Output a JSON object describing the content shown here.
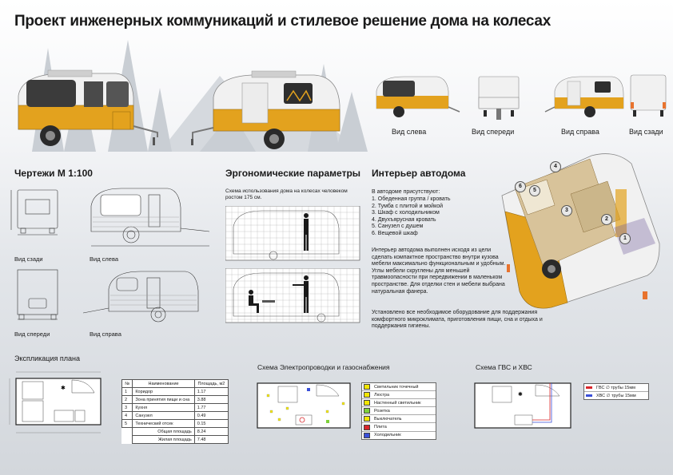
{
  "title": "Проект инженерных коммуникаций и стилевое решение дома на колесах",
  "views": [
    {
      "label": "Вид слева"
    },
    {
      "label": "Вид спереди"
    },
    {
      "label": "Вид справа"
    },
    {
      "label": "Вид сзади"
    }
  ],
  "drawings": {
    "header": "Чертежи М 1:100",
    "labels": [
      "Вид сзади",
      "Вид слева",
      "Вид спереди",
      "Вид справа"
    ]
  },
  "ergonomics": {
    "header": "Эргономические параметры",
    "caption": "Схема использования дома на колесах человеком ростом 175 см."
  },
  "interior": {
    "header": "Интерьер автодома",
    "intro": "В автодоме присутствуют:",
    "items": [
      "1. Обеденная группа / кровать",
      "2. Тумба с плитой и мойкой",
      "3. Шкаф с холодильником",
      "4. Двухъярусная кровать",
      "5. Санузел с душем",
      "6. Вещевой шкаф"
    ],
    "paragraph1": "Интерьер автодома выполнен исходя из цели сделать компактное пространство внутри кузова мебели максимально функциональным и удобным. Углы мебели скруглены для меньшей травмоопасности при передвижении в маленьком пространстве. Для отделки стен и мебели выбрана натуральная фанера.",
    "paragraph2": "Установлено все необходимое оборудование для поддержания комфортного микроклимата, приготовления пищи, сна и отдыха и поддержания гигиены.",
    "badges": [
      "1",
      "2",
      "3",
      "4",
      "5",
      "6"
    ]
  },
  "explication": {
    "header": "Экспликация плана",
    "columns": [
      "№",
      "Наименование",
      "Площадь, м2"
    ],
    "rows": [
      [
        "1",
        "Коридор",
        "1.17"
      ],
      [
        "2",
        "Зона принятия пищи и сна",
        "3.88"
      ],
      [
        "3",
        "Кухня",
        "1.77"
      ],
      [
        "4",
        "Санузел",
        "0.49"
      ],
      [
        "5",
        "Технический отсек",
        "0.15"
      ]
    ],
    "total_label": "Общая площадь",
    "total_value": "8.24",
    "living_label": "Жилая площадь",
    "living_value": "7.48"
  },
  "electro": {
    "header": "Схема Электропроводки и газоснабжения",
    "legend": [
      {
        "label": "Светильник точечный",
        "color": "#f2e600"
      },
      {
        "label": "Люстра",
        "color": "#f2e600"
      },
      {
        "label": "Настенный светильник",
        "color": "#f2e600"
      },
      {
        "label": "Розетка",
        "color": "#7fd13b"
      },
      {
        "label": "Выключатель",
        "color": "#f2e600"
      },
      {
        "label": "Плита",
        "color": "#d9262b"
      },
      {
        "label": "Холодильник",
        "color": "#3a4fd8"
      }
    ]
  },
  "water": {
    "header": "Схема ГВС и ХВС",
    "legend": [
      {
        "label": "ГВС ∅ трубы 15мм",
        "color": "#d9262b"
      },
      {
        "label": "ХВС ∅ трубы 15мм",
        "color": "#3a4fd8"
      }
    ]
  },
  "colors": {
    "body_orange": "#e3a21e",
    "shell_white": "#f1f1f1",
    "trim_gray": "#8c8c8c",
    "tire": "#2a2a2a"
  }
}
